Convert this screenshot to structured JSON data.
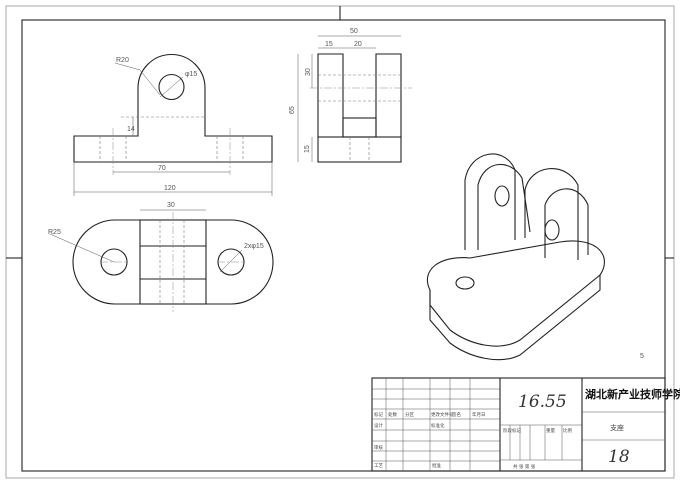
{
  "front_view": {
    "dims": {
      "radius": "R20",
      "hole": "φ15",
      "height": "14",
      "hole_spacing": "70",
      "length": "120"
    }
  },
  "side_view": {
    "dims": {
      "width": "50",
      "wall": "15",
      "slot": "20",
      "slot_depth": "30",
      "height": "65",
      "base": "15"
    }
  },
  "top_view": {
    "dims": {
      "upright": "30",
      "radius": "R25",
      "holes": "2xφ15"
    }
  },
  "title_block": {
    "school": "湖北新产业技师学院",
    "score": "16.55",
    "number": "18",
    "drawing_name": "支座",
    "labels": {
      "mark": "标记",
      "count": "处数",
      "zone": "分区",
      "change_doc": "更改文件号",
      "signature": "签名",
      "date": "年月日",
      "design": "设计",
      "standard": "标准化",
      "review": "审核",
      "process": "工艺",
      "approve": "批准",
      "stage": "阶段标记",
      "weight": "重量",
      "scale": "比例",
      "sheets": "共 张 第 张"
    }
  },
  "sheet_mark": "5"
}
